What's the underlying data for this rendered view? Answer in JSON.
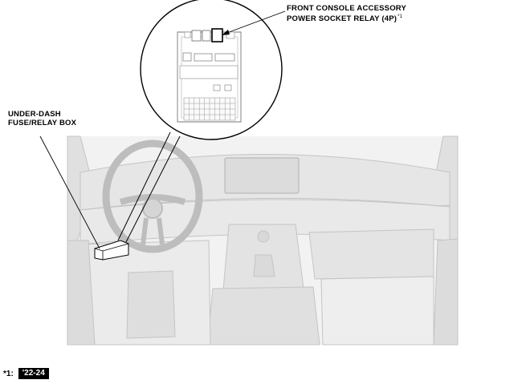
{
  "callouts": {
    "relay_line1": "FRONT CONSOLE ACCESSORY",
    "relay_line2": "POWER SOCKET RELAY (4P)",
    "relay_mark": "*1",
    "fusebox_line1": "UNDER-DASH",
    "fusebox_line2": "FUSE/RELAY BOX"
  },
  "footnote": {
    "marker": "*1:",
    "badge": "'22-24"
  },
  "colors": {
    "dash_fill": "#ececec",
    "dash_stroke": "#c8c8c8",
    "line": "#000000",
    "badge_bg": "#000000"
  },
  "icons": [
    "relay-icon",
    "fuse-relay-box-icon",
    "steering-wheel-icon"
  ]
}
